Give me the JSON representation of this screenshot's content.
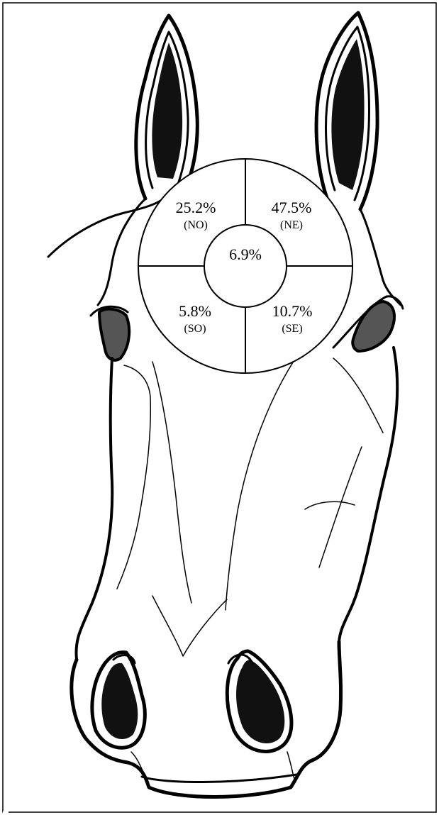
{
  "diagram": {
    "subject": "horse-head-front-view",
    "zones": [
      {
        "id": "no",
        "value": "25.2%",
        "code": "(NO)"
      },
      {
        "id": "ne",
        "value": "47.5%",
        "code": "(NE)"
      },
      {
        "id": "so",
        "value": "5.8%",
        "code": "(SO)"
      },
      {
        "id": "se",
        "value": "10.7%",
        "code": "(SE)"
      },
      {
        "id": "center",
        "value": "6.9%",
        "code": ""
      }
    ]
  }
}
